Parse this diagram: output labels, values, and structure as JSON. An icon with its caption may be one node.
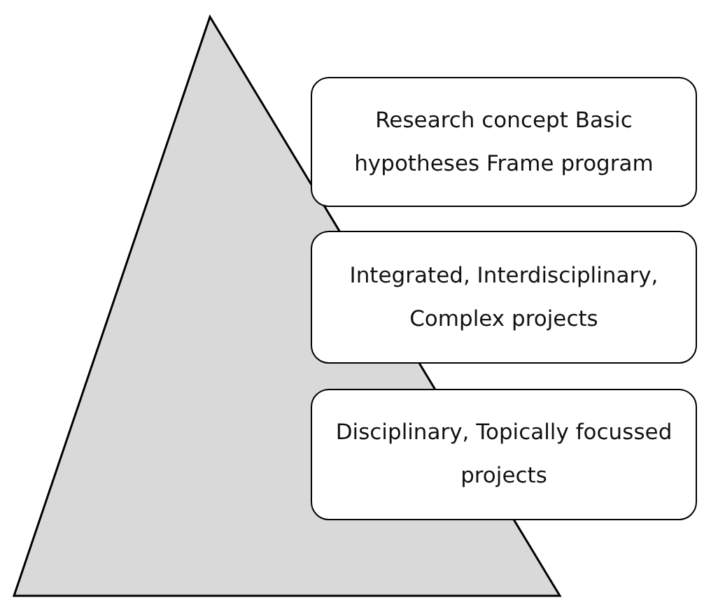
{
  "diagram": {
    "nodes": [
      {
        "text": [
          "Research concept Basic hypotheses Frame program"
        ]
      },
      {
        "text": [
          "Integrated, Interdisciplinary, Complex projects"
        ]
      },
      {
        "text": [
          "Disciplinary, Topically focussed projects"
        ]
      }
    ]
  }
}
